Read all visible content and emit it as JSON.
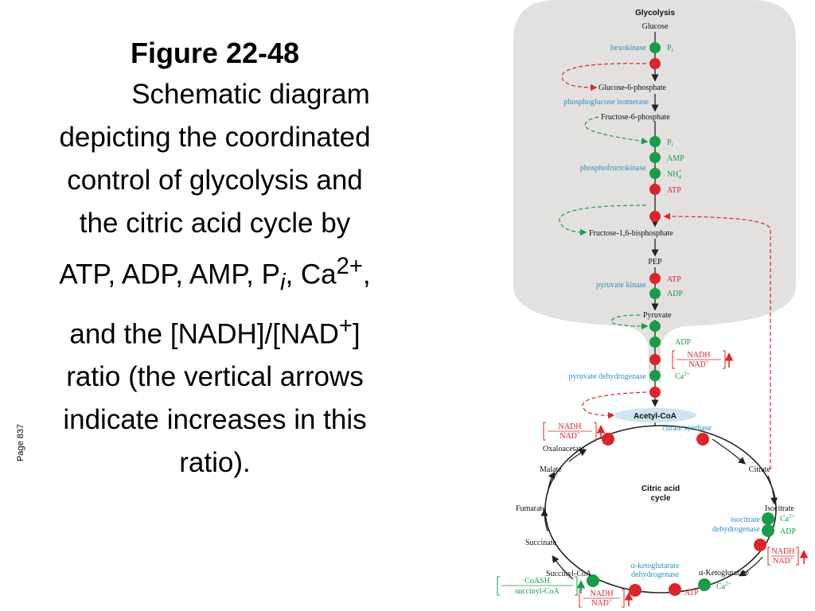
{
  "caption": {
    "title": "Figure 22-48",
    "line1": "Schematic diagram",
    "line2": "depicting the coordinated",
    "line3": "control of glycolysis and",
    "line4": "the citric acid cycle by",
    "line5_pre": "ATP, ADP, AMP, P",
    "line5_sub": "i",
    "line5_mid": ", Ca",
    "line5_sup": "2+",
    "line5_post": ",",
    "line6_pre": "and the [NADH]/[NAD",
    "line6_sup": "+",
    "line6_post": "]",
    "line7": "ratio (the vertical arrows",
    "line8": "indicate increases in this",
    "line9": "ratio)."
  },
  "page_label": "Page 837",
  "diagram": {
    "glycolysis": "Glycolysis",
    "glucose": "Glucose",
    "hexokinase": "hexokinase",
    "pi": "P",
    "pi_sub": "i",
    "g6p": "Glucose-6-phosphate",
    "pgi": "phosphoglucose isomerase",
    "f6p": "Fructose-6-phosphate",
    "amp": "AMP",
    "pfk": "phosphofructokinase",
    "nh4": "NH",
    "nh4_sup": "+",
    "nh4_sub": "4",
    "atp": "ATP",
    "f16bp": "Fructose-1,6-bisphosphate",
    "pep": "PEP",
    "pk": "pyruvate kinase",
    "pyruvate": "Pyruvate",
    "adp": "ADP",
    "nadh": "NADH",
    "nad": "NAD",
    "nad_sup": "+",
    "pdh": "pyruvate dehydrogenase",
    "ca": "Ca",
    "ca_sup": "2+",
    "acetylcoa": "Acetyl-CoA",
    "cs": "citrate synthase",
    "oxaloacetate": "Oxaloacetate",
    "citrate": "Citrate",
    "malate": "Malate",
    "cycle1": "Citric acid",
    "cycle2": "cycle",
    "fumarate": "Fumarate",
    "isocitrate": "Isocitrate",
    "idh1": "isocitrate",
    "idh2": "dehydrogenase",
    "succinate": "Succinate",
    "succinylcoa": "Succinyl-CoA",
    "akgdh1": "α-ketoglutarate",
    "akgdh2": "dehydrogenase",
    "akg": "α-Ketoglutarate",
    "coash": "CoASH",
    "succinylcoa_lower": "succinyl-CoA"
  },
  "colors": {
    "activator": "#1a9b4a",
    "inhibitor": "#d9262b",
    "enzyme_label": "#2f8fc3",
    "panel": "#e3e1df"
  }
}
